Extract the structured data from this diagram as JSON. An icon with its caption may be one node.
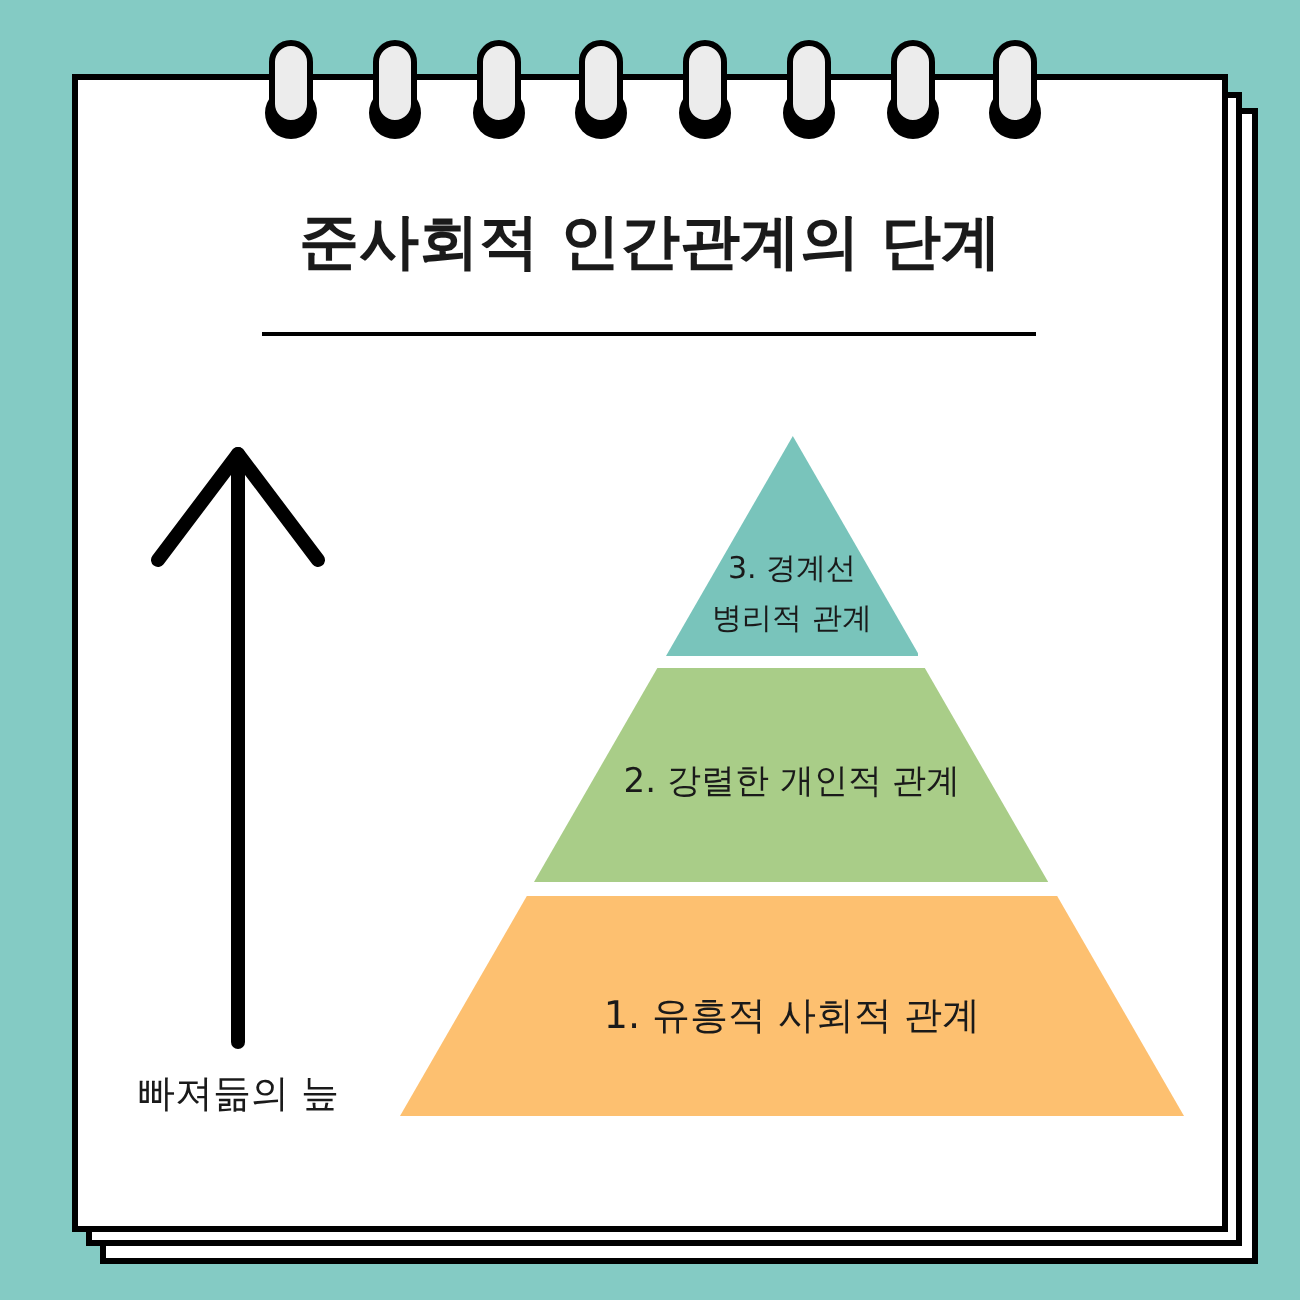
{
  "diagram": {
    "title": "준사회적 인간관계의 단계",
    "nodes": [
      {
        "text": [
          "3. 경계선 병리적 관계"
        ]
      },
      {
        "text": [
          "2. 강렬한 개인적 관계"
        ]
      },
      {
        "text": [
          "1. 유흥적 사회적 관계"
        ]
      }
    ],
    "labels": [
      "빠져듦의 늪"
    ]
  }
}
